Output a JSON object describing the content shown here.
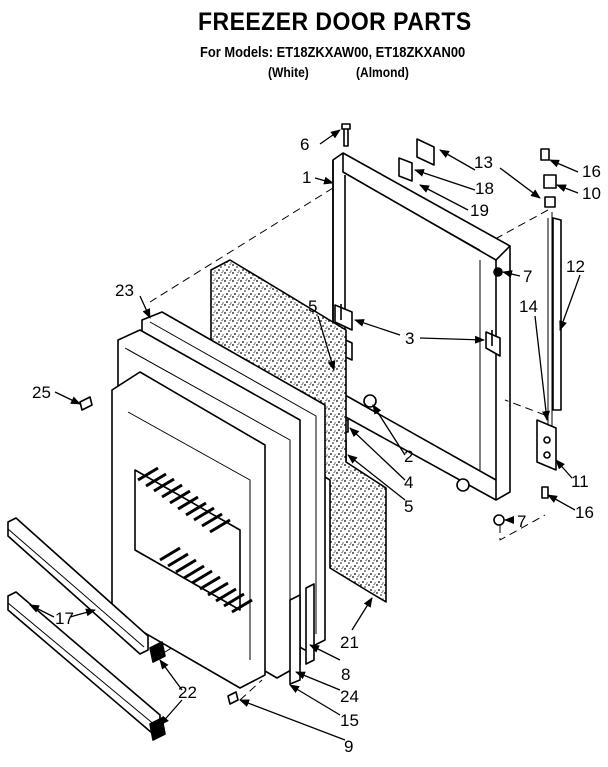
{
  "header": {
    "title": "FREEZER DOOR PARTS",
    "models_line": "For Models: ET18ZKXAW00, ET18ZKXAN00",
    "variant_white": "(White)",
    "variant_almond": "(Almond)"
  },
  "callouts": [
    {
      "id": "c1",
      "text": "1"
    },
    {
      "id": "c2",
      "text": "2"
    },
    {
      "id": "c3",
      "text": "3"
    },
    {
      "id": "c4",
      "text": "4"
    },
    {
      "id": "c5a",
      "text": "5"
    },
    {
      "id": "c5b",
      "text": "5"
    },
    {
      "id": "c6",
      "text": "6"
    },
    {
      "id": "c7a",
      "text": "7"
    },
    {
      "id": "c7b",
      "text": "7"
    },
    {
      "id": "c8",
      "text": "8"
    },
    {
      "id": "c9",
      "text": "9"
    },
    {
      "id": "c10",
      "text": "10"
    },
    {
      "id": "c11",
      "text": "11"
    },
    {
      "id": "c12",
      "text": "12"
    },
    {
      "id": "c13",
      "text": "13"
    },
    {
      "id": "c14",
      "text": "14"
    },
    {
      "id": "c15",
      "text": "15"
    },
    {
      "id": "c16a",
      "text": "16"
    },
    {
      "id": "c16b",
      "text": "16"
    },
    {
      "id": "c17",
      "text": "17"
    },
    {
      "id": "c18",
      "text": "18"
    },
    {
      "id": "c19",
      "text": "19"
    },
    {
      "id": "c21",
      "text": "21"
    },
    {
      "id": "c22",
      "text": "22"
    },
    {
      "id": "c23",
      "text": "23"
    },
    {
      "id": "c24",
      "text": "24"
    },
    {
      "id": "c25",
      "text": "25"
    }
  ]
}
